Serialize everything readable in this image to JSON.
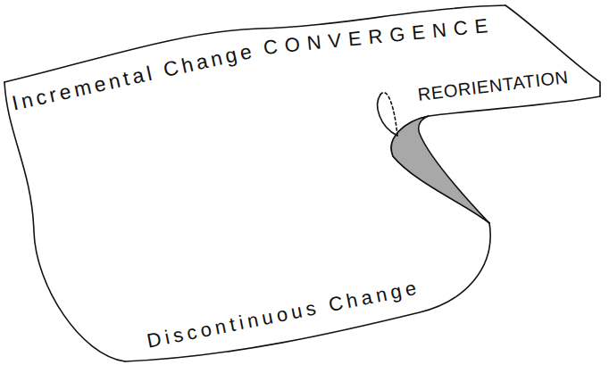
{
  "diagram": {
    "labels": [
      "Incremental Change",
      "CONVERGENCE",
      "REORIENTATION",
      "Discontinuous Change"
    ]
  }
}
